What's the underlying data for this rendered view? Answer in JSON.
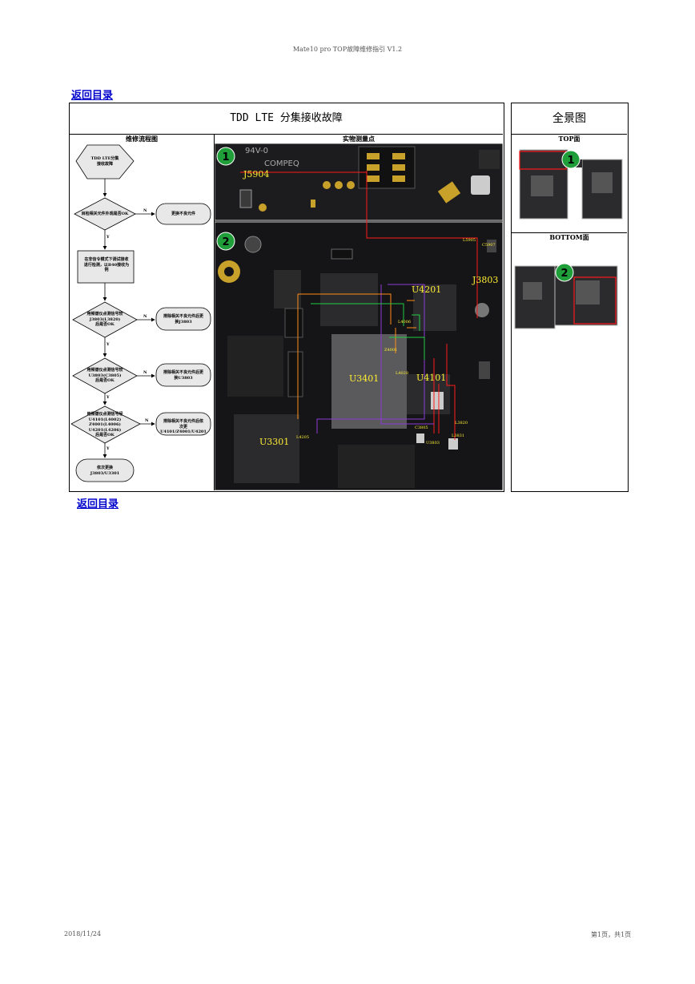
{
  "header": {
    "doc_title": "Mate10 pro TOP故障维修指引 V1.2"
  },
  "nav": {
    "back_top": "返回目录",
    "back_bottom": "返回目录"
  },
  "table": {
    "main_title": "TDD LTE 分集接收故障",
    "panorama_title": "全景图",
    "col_flow": "维修流程图",
    "col_points": "实物测量点",
    "top_face": "TOP面",
    "bottom_face": "BOTTOM面"
  },
  "flow": {
    "start": "TDD LTE分集\n接收故障",
    "q1": "目检相关元件外观是否OK",
    "a1": "更换不良元件",
    "step2": "在非信令模式下调试接收\n进行检测，以B40接收为\n例",
    "q3": "用频谱仪点测信号较\nJ3803(L3820)\n后是否OK",
    "a3": "排除相关不良元件后更\n换J3803",
    "q4": "用频谱仪点测信号较\nU3803(C3805)\n后是否OK",
    "a4": "排除相关不良元件后更\n换U3803",
    "q5": "用频谱仪点测信号经\nU4101(L4002)\nZ4001(L4006)\nU4201(L4206)\n后是否OK",
    "a5": "排除相关不良元件后依\n次更U4101/Z4001/U4201",
    "end": "依次更换\nJ3803/U3301",
    "yes": "Y",
    "no": "N"
  },
  "board": {
    "markers": [
      "1",
      "2"
    ],
    "labels_large": [
      "J5904",
      "U4201",
      "J3803",
      "U3401",
      "U4101",
      "U3301"
    ],
    "labels_small": [
      "L5905",
      "C5907",
      "L4006",
      "Z4001",
      "L4028",
      "C3805",
      "L3820",
      "L3831",
      "L4205",
      "U3803"
    ],
    "print_text": [
      "94V-0",
      "COMPEQ"
    ]
  },
  "panorama": {
    "markers": [
      "1",
      "2"
    ]
  },
  "footer": {
    "date": "2018/11/24",
    "page": "第1页，共1页"
  },
  "colors": {
    "marker_green": "#1f9e3a",
    "trace_red": "#ff1a1a",
    "trace_purple": "#8a3bd6",
    "trace_orange": "#ff8c1a",
    "trace_green": "#22cc44",
    "label_yellow": "#ffee33",
    "link_blue": "#0000cc"
  }
}
